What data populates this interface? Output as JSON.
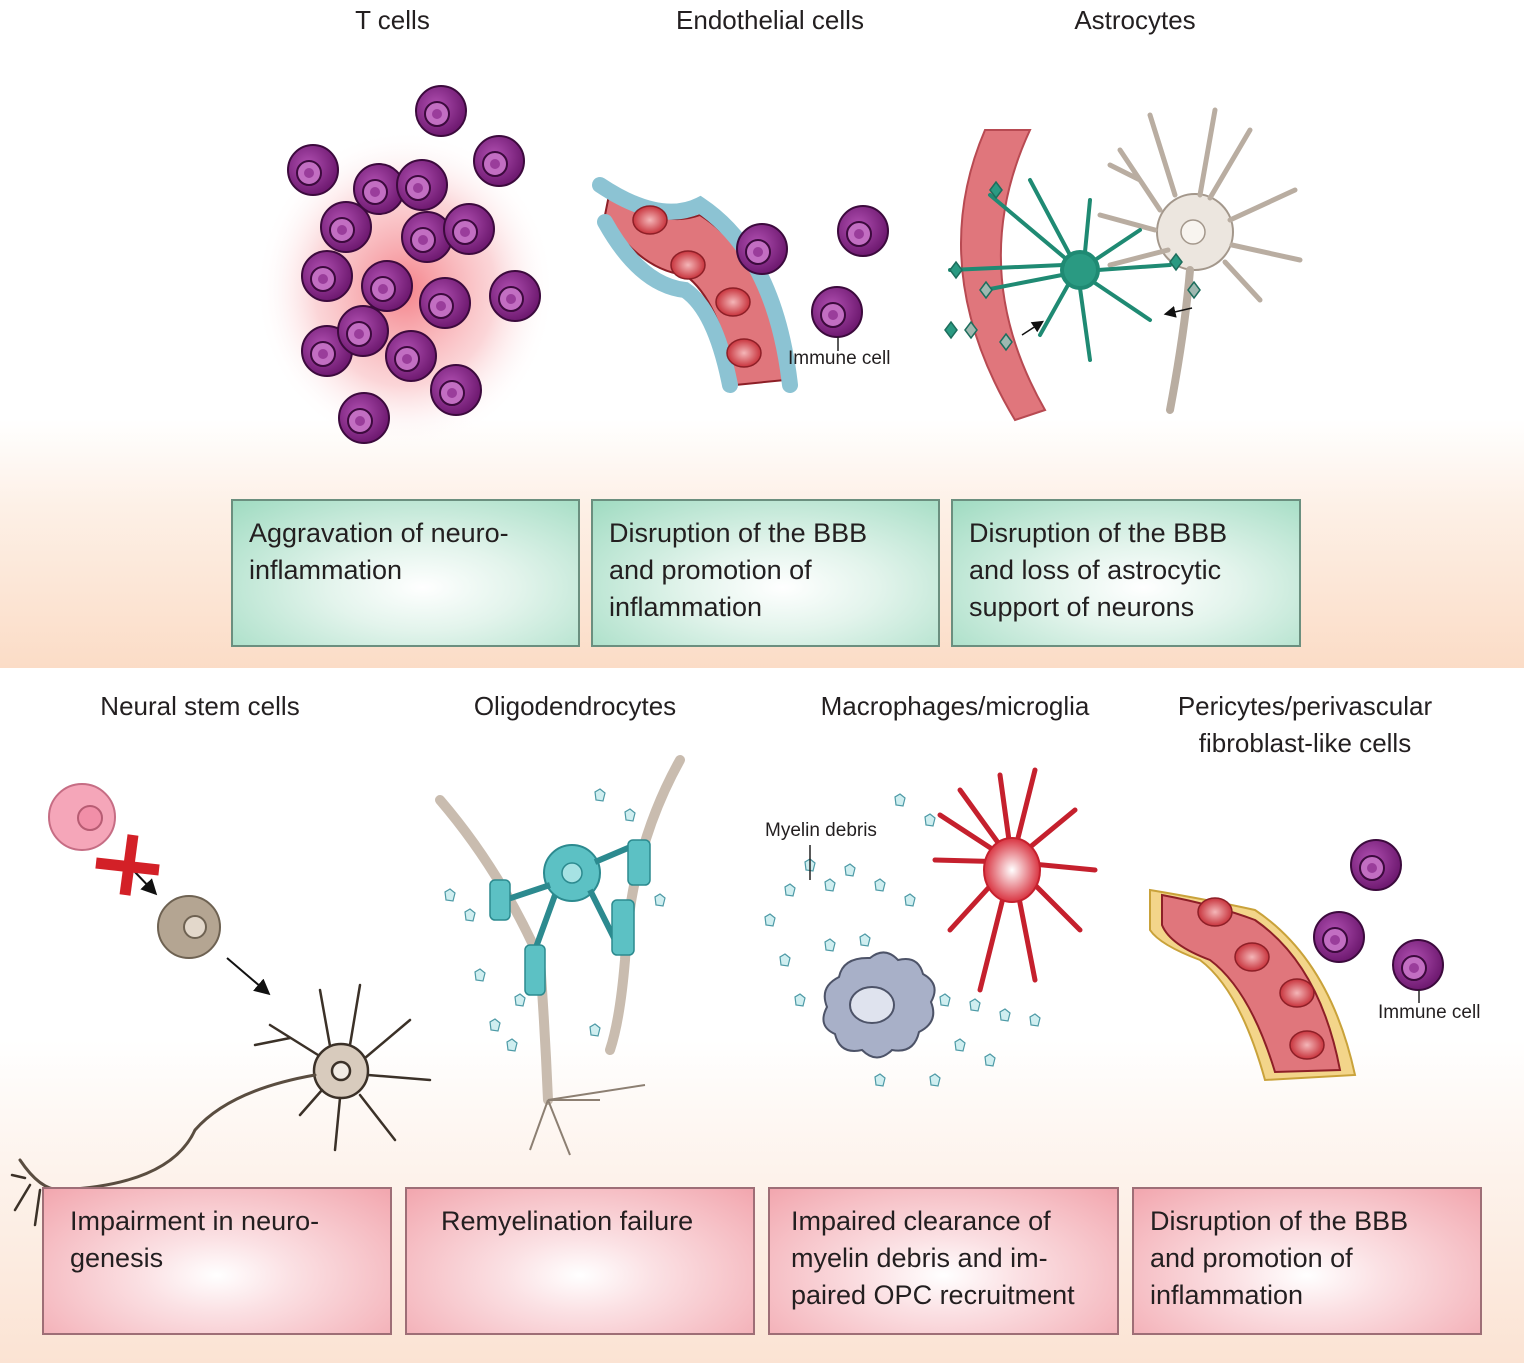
{
  "top_panels": [
    {
      "title": "T cells",
      "box_text": "Aggravation of neuro-\ninflammation"
    },
    {
      "title": "Endothelial cells",
      "label": "Immune cell",
      "box_text": "Disruption of the BBB\nand promotion of\ninflammation"
    },
    {
      "title": "Astrocytes",
      "box_text": "Disruption of the BBB\nand loss of astrocytic\nsupport of neurons"
    }
  ],
  "bottom_panels": [
    {
      "title": "Neural stem cells",
      "box_text": "Impairment in neuro-\ngenesis"
    },
    {
      "title": "Oligodendrocytes",
      "box_text": "Remyelination failure"
    },
    {
      "title": "Macrophages/microglia",
      "label": "Myelin debris",
      "box_text": "Impaired clearance of\nmyelin debris and im-\npaired OPC recruitment"
    },
    {
      "title": "Pericytes/perivascular\nfibroblast-like cells",
      "label": "Immune cell",
      "box_text": "Disruption of the BBB\nand promotion of\ninflammation"
    }
  ],
  "colors": {
    "immune_cell": "#8e2d8f",
    "immune_nucleus": "#c06cc0",
    "vessel": "#e07a7f",
    "endothelium": "#a9d4e0",
    "astrocyte": "#2a9a82",
    "neuron": "#cfc4b8",
    "oligodendrocyte": "#5cc1c4",
    "microglia": "#d6303a",
    "macrophage": "#a8b0c8",
    "pericyte_layer": "#f3d58a",
    "box_green": "#a8dec6",
    "box_red": "#f4aab2"
  }
}
